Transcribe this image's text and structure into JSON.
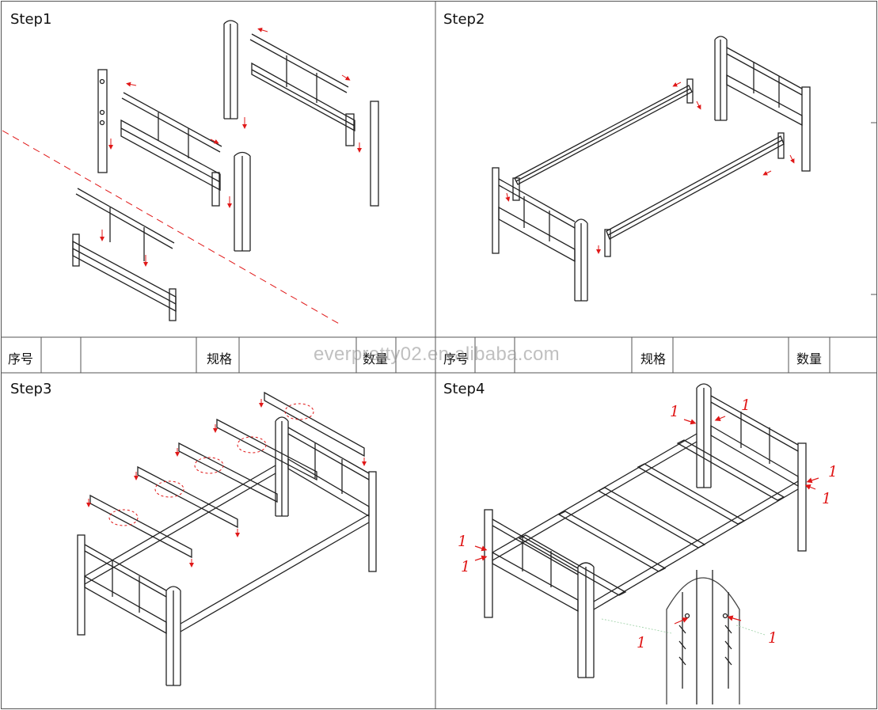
{
  "steps": [
    {
      "label": "Step1"
    },
    {
      "label": "Step2"
    },
    {
      "label": "Step3"
    },
    {
      "label": "Step4"
    }
  ],
  "table_left": {
    "col_index": "序号",
    "col_spec": "规格",
    "col_qty": "数量"
  },
  "table_right": {
    "col_index": "序号",
    "col_spec": "规格",
    "col_qty": "数量"
  },
  "watermark": "everpretty02.en.alibaba.com",
  "callouts": [
    "1",
    "1",
    "1",
    "1",
    "1",
    "1",
    "1",
    "1"
  ],
  "colors": {
    "line": "#222222",
    "accent": "#e01818",
    "border": "#555555"
  }
}
